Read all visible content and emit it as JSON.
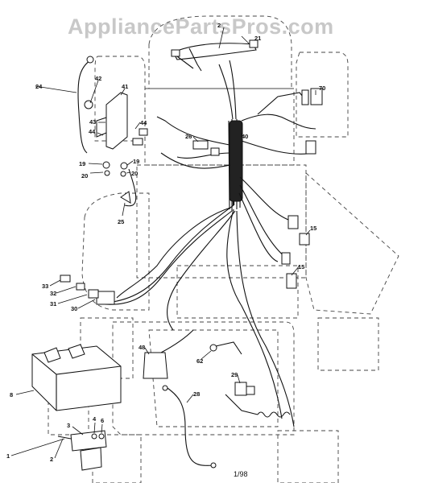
{
  "watermark": "AppliancePartsPros.com",
  "page_code": "1/98",
  "callouts": {
    "c1": "1",
    "c2a": "2",
    "c2b": "2",
    "c3": "3",
    "c4": "4",
    "c6": "6",
    "c8": "8",
    "c15a": "15",
    "c15b": "15",
    "c19a": "19",
    "c19b": "19",
    "c20a": "20",
    "c20b": "20",
    "c21": "21",
    "c24": "24",
    "c25": "25",
    "c26": "26",
    "c28": "28",
    "c29": "29",
    "c30": "30",
    "c31": "31",
    "c32": "32",
    "c33": "33",
    "c40": "40",
    "c41": "41",
    "c42": "42",
    "c43": "43",
    "c44a": "44",
    "c44b": "44",
    "c48": "48",
    "c62": "62",
    "c70": "70"
  }
}
